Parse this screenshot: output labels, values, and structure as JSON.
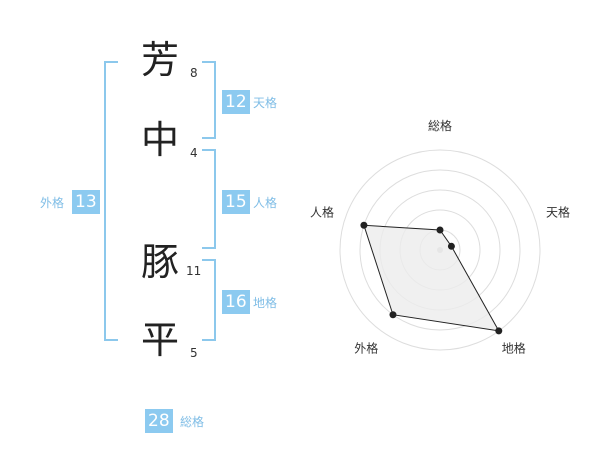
{
  "name": {
    "characters": [
      {
        "char": "芳",
        "strokes": "8"
      },
      {
        "char": "中",
        "strokes": "4"
      },
      {
        "char": "豚",
        "strokes": "11"
      },
      {
        "char": "平",
        "strokes": "5"
      }
    ]
  },
  "fortunes": {
    "tenkaku": {
      "label": "天格",
      "value": "12"
    },
    "jinkaku": {
      "label": "人格",
      "value": "15"
    },
    "chikaku": {
      "label": "地格",
      "value": "16"
    },
    "gaikaku": {
      "label": "外格",
      "value": "13"
    },
    "soukaku": {
      "label": "総格",
      "value": "28"
    }
  },
  "chart_data": {
    "type": "radar",
    "axes": [
      "総格",
      "天格",
      "地格",
      "外格",
      "人格"
    ],
    "values": [
      0.2,
      0.12,
      1.0,
      0.8,
      0.8
    ],
    "rings": 5,
    "max": 1.0,
    "colors": {
      "fill": "#ececec",
      "stroke": "#222222",
      "grid": "#dddddd",
      "center": "#cccccc"
    }
  },
  "colors": {
    "accent": "#8ccaf0",
    "bracket": "#8cc8ec",
    "label": "#7fbde6"
  }
}
